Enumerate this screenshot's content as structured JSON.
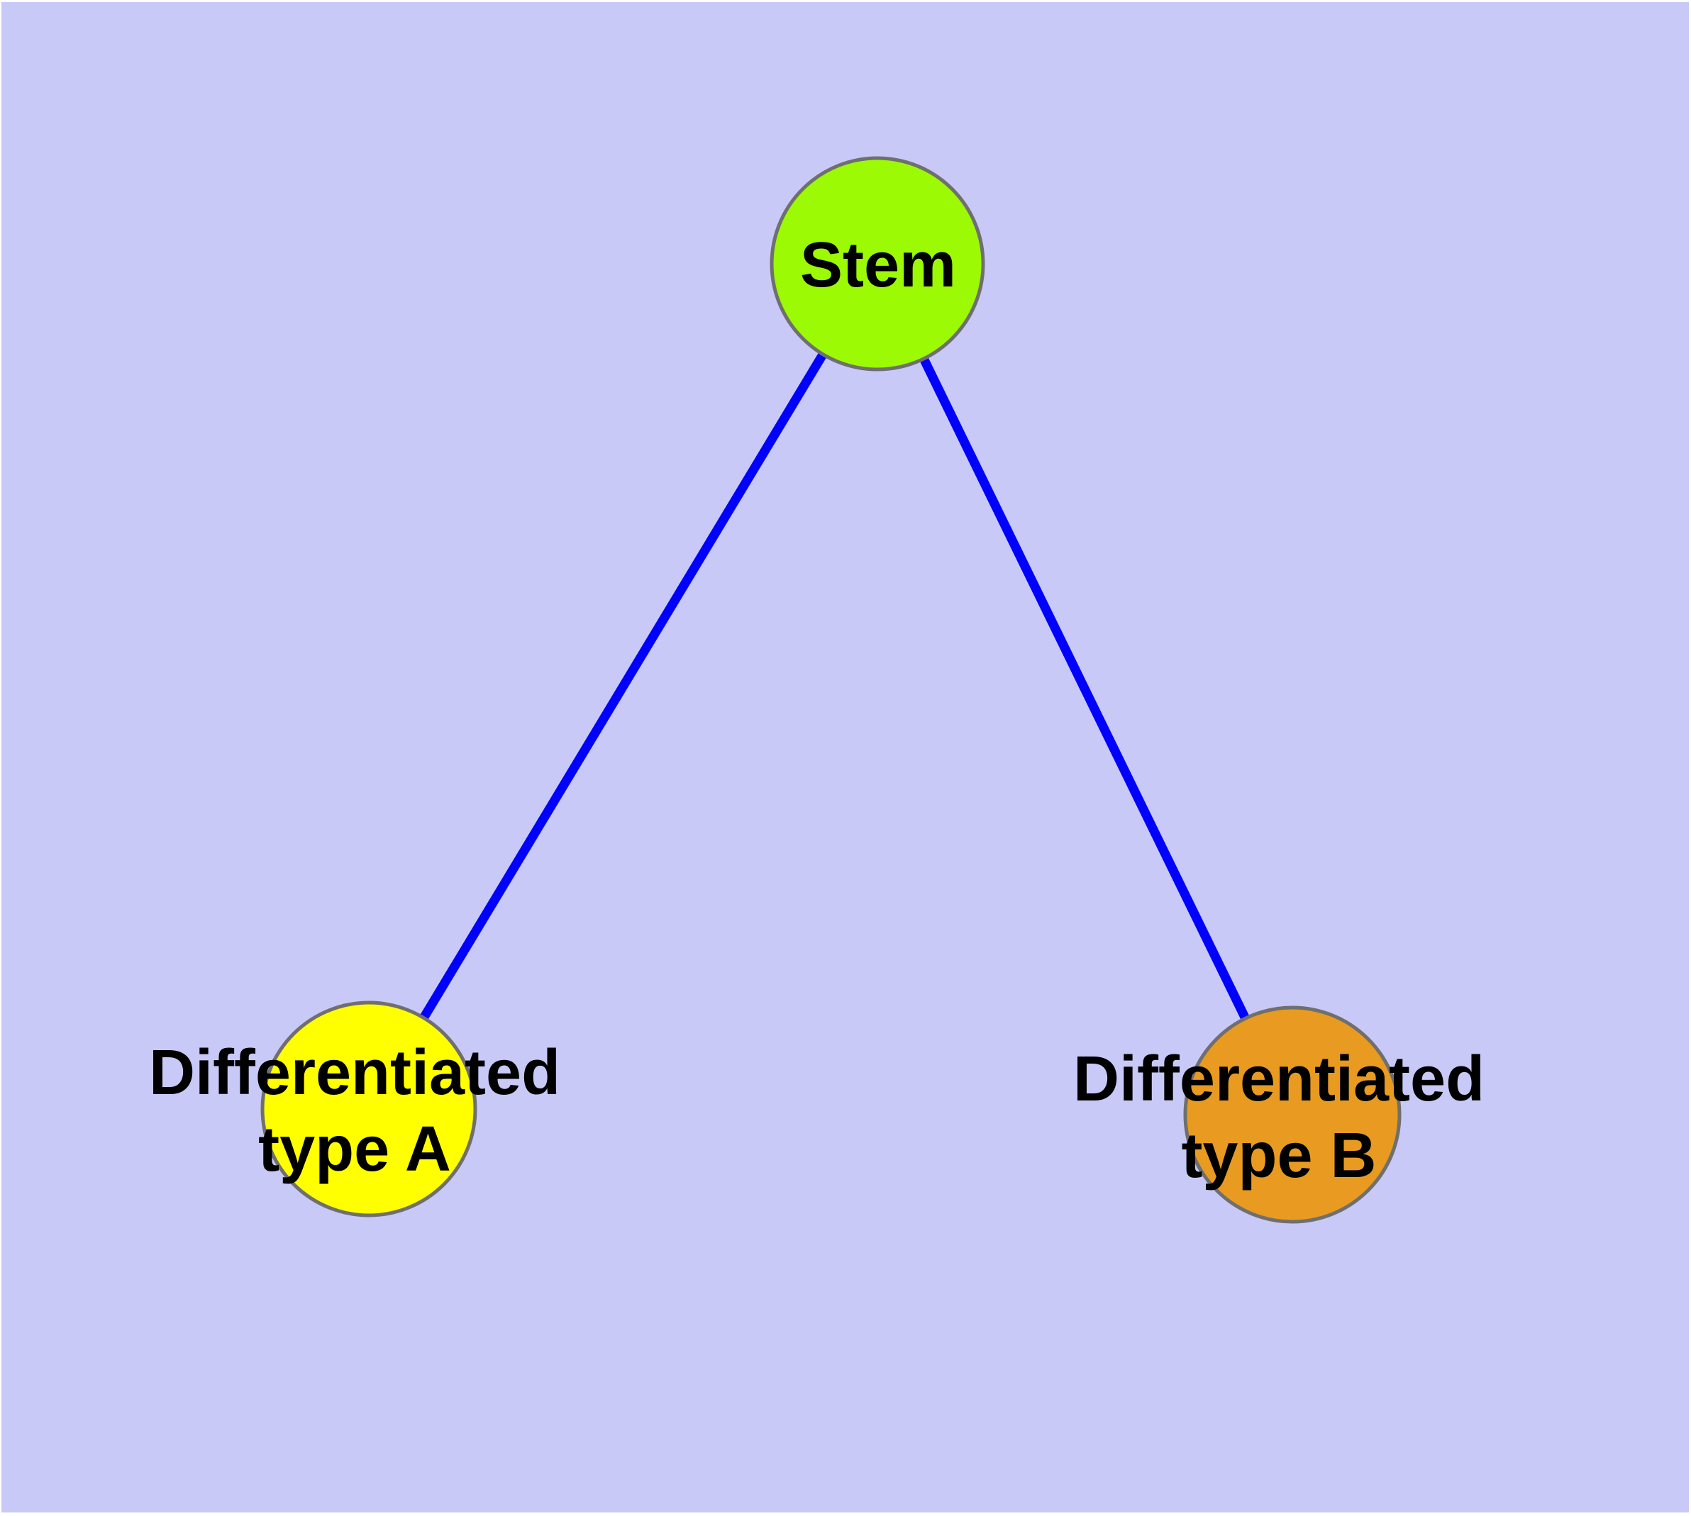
{
  "canvas": {
    "background_color": "#c9c9f8",
    "margin_color": "#ffffff",
    "node_border_color": "#6f6f6f",
    "label_color": "#000000"
  },
  "nodes": [
    {
      "id": "stem",
      "label": "Stem",
      "color": "#9bfa04"
    },
    {
      "id": "typeA",
      "label": "Differentiated\ntype A",
      "color": "#ffff00"
    },
    {
      "id": "typeB",
      "label": "Differentiated\ntype B",
      "color": "#e89b20"
    }
  ],
  "edges": {
    "color": "#0000ff",
    "list": [
      {
        "from": "Stem",
        "to": "Differentiated type A"
      },
      {
        "from": "Stem",
        "to": "Differentiated type B"
      }
    ]
  }
}
